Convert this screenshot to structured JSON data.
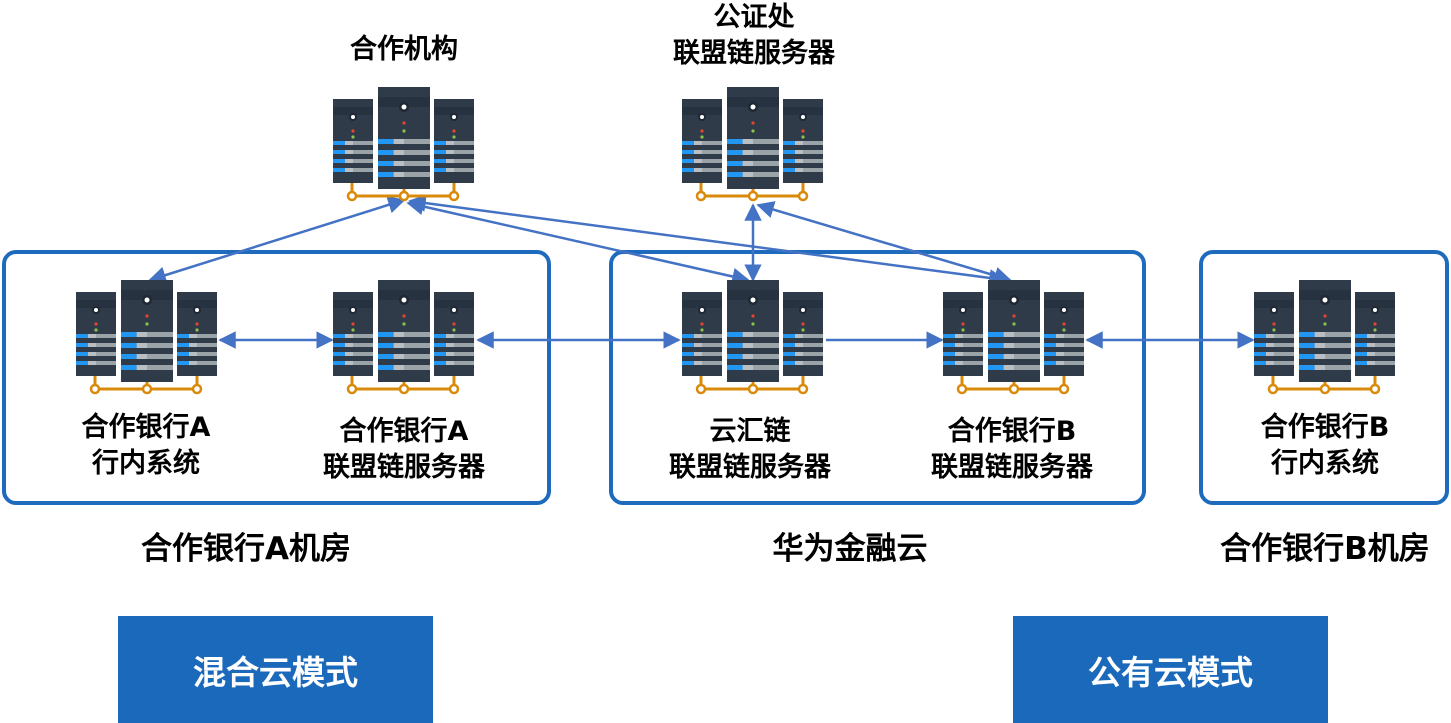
{
  "colors": {
    "box_border": "#1e6bbd",
    "arrow": "#4472c4",
    "mode_button_bg": "#1a69bb",
    "server_body": "#2f3b48",
    "server_stripe_blue": "#2196f3",
    "server_stripe_gray": "#9aa3a8",
    "bus": "#d98a0a"
  },
  "nodes": {
    "partner_org": {
      "lines": [
        "合作机构"
      ],
      "icon": "server-rack-icon"
    },
    "notary": {
      "lines": [
        "公证处",
        "联盟链服务器"
      ],
      "icon": "server-rack-icon"
    },
    "bank_a_internal": {
      "lines": [
        "合作银行A",
        "行内系统"
      ],
      "icon": "server-rack-icon"
    },
    "bank_a_chain": {
      "lines": [
        "合作银行A",
        "联盟链服务器"
      ],
      "icon": "server-rack-icon"
    },
    "yunhui_chain": {
      "lines": [
        "云汇链",
        "联盟链服务器"
      ],
      "icon": "server-rack-icon"
    },
    "bank_b_chain": {
      "lines": [
        "合作银行B",
        "联盟链服务器"
      ],
      "icon": "server-rack-icon"
    },
    "bank_b_internal": {
      "lines": [
        "合作银行B",
        "行内系统"
      ],
      "icon": "server-rack-icon"
    }
  },
  "zones": {
    "bank_a_room": "合作银行A机房",
    "huawei_cloud": "华为金融云",
    "bank_b_room": "合作银行B机房"
  },
  "modes": {
    "hybrid": "混合云模式",
    "public": "公有云模式"
  },
  "edges": [
    {
      "from": "partner_org",
      "to": "bank_a_internal",
      "direction": "both"
    },
    {
      "from": "partner_org",
      "to": "yunhui_chain",
      "direction": "both"
    },
    {
      "from": "partner_org",
      "to": "bank_b_chain",
      "direction": "both"
    },
    {
      "from": "notary",
      "to": "yunhui_chain",
      "direction": "both"
    },
    {
      "from": "notary",
      "to": "bank_b_chain",
      "direction": "both"
    },
    {
      "from": "bank_a_internal",
      "to": "bank_a_chain",
      "direction": "both"
    },
    {
      "from": "bank_a_chain",
      "to": "yunhui_chain",
      "direction": "both"
    },
    {
      "from": "yunhui_chain",
      "to": "bank_b_chain",
      "direction": "forward"
    },
    {
      "from": "bank_b_chain",
      "to": "bank_b_internal",
      "direction": "both"
    }
  ]
}
